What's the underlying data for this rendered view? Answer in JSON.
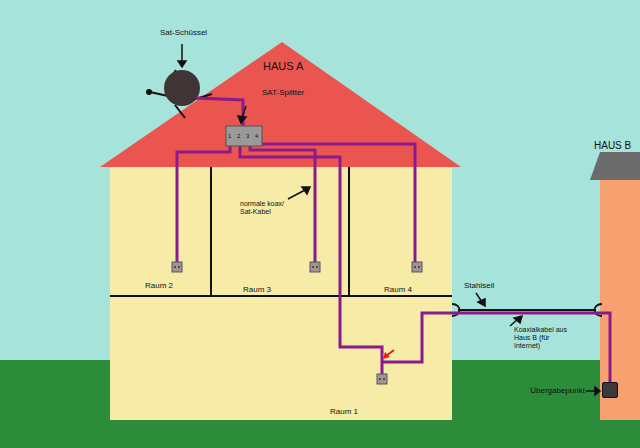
{
  "diagram": {
    "nodes": [
      {
        "text": [
          "HAUS A"
        ]
      },
      {
        "text": [
          "Raum 2"
        ],
        "in": 0
      },
      {
        "text": [
          "Raum 3"
        ],
        "in": 0
      },
      {
        "text": [
          "Raum 4"
        ],
        "in": 0
      },
      {
        "text": [
          "Raum 1"
        ],
        "in": 0
      },
      {
        "text": [
          "HAUS B"
        ]
      },
      {
        "text": [
          "Übergabepunkt"
        ],
        "in": 5
      }
    ],
    "edges": [
      {
        "from": 6,
        "to": 4,
        "arrow": "none"
      }
    ],
    "labels": [
      "Sat-Schüssel",
      "SAT-Splitter",
      "1",
      "2",
      "3",
      "4",
      "normale koax/ Sat-Kabel",
      "Stahlseil",
      "Koaxialkabel aus Haus B (für Internet)"
    ]
  }
}
